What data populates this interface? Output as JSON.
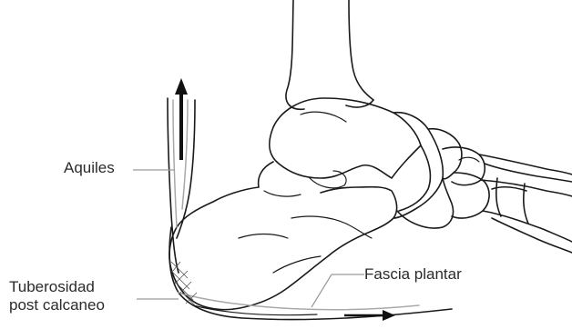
{
  "labels": {
    "achilles": "Aquiles",
    "tuberosity_line1": "Tuberosidad",
    "tuberosity_line2": "post calcaneo",
    "plantar_fascia": "Fascia plantar"
  },
  "icons": {
    "tendon_pull": "arrow-up-icon",
    "fascia_pull": "arrow-right-icon"
  },
  "colors": {
    "ink": "#1a1a1a",
    "leader": "#9a9a9a",
    "tendon_grey": "#a9a9a9",
    "label_text": "#2b2b2b"
  }
}
